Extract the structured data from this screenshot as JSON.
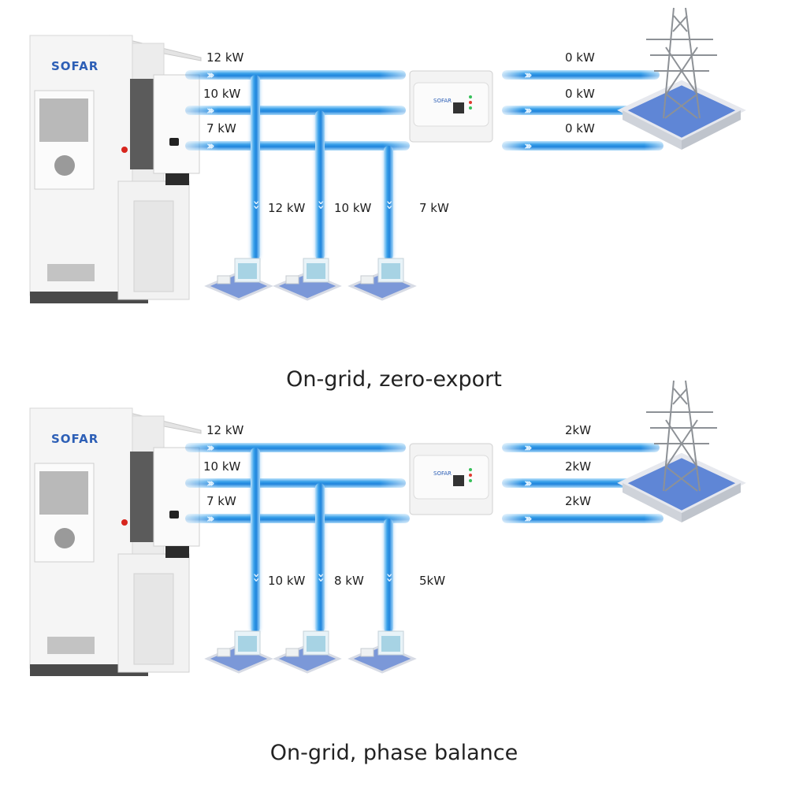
{
  "diagrams": [
    {
      "caption": "On-grid, zero-export",
      "cabinet_brand": "SOFAR",
      "inverter_brand": "SOFAR",
      "meter_brand": "SOFAR",
      "inverter_phases": [
        "12 kW",
        "10 kW",
        "7 kW"
      ],
      "load_flows": [
        "12 kW",
        "10 kW",
        "7 kW"
      ],
      "grid_flows": [
        "0 kW",
        "0 kW",
        "0 kW"
      ],
      "icons": {
        "cabinet": "battery-cabinet-icon",
        "meter": "smart-meter-icon",
        "grid": "transmission-tower-icon",
        "load": "building-load-icon"
      }
    },
    {
      "caption": "On-grid, phase balance",
      "cabinet_brand": "SOFAR",
      "inverter_brand": "SOFAR",
      "meter_brand": "SOFAR",
      "inverter_phases": [
        "12 kW",
        "10 kW",
        "7 kW"
      ],
      "load_flows": [
        "10 kW",
        "8 kW",
        "5kW"
      ],
      "grid_flows": [
        "2kW",
        "2kW",
        "2kW"
      ],
      "icons": {
        "cabinet": "battery-cabinet-icon",
        "meter": "smart-meter-icon",
        "grid": "transmission-tower-icon",
        "load": "building-load-icon"
      }
    }
  ]
}
